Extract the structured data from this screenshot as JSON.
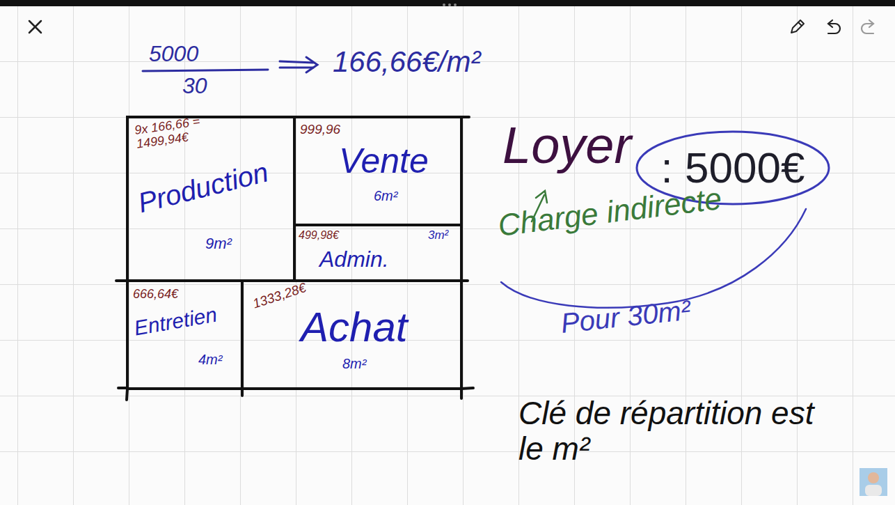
{
  "diagram": {
    "nodes": [
      {
        "text": [
          "9x 166,66 = 1499,94€",
          "Production",
          "9m²"
        ]
      },
      {
        "text": [
          "999,96",
          "Vente",
          "6m²"
        ]
      },
      {
        "text": [
          "499,98€",
          "Admin.",
          "3m²"
        ]
      },
      {
        "text": [
          "666,64€",
          "Entretien",
          "4m²"
        ]
      },
      {
        "text": [
          "1333,28€",
          "Achat",
          "8m²"
        ]
      },
      {
        "text": [
          ": 5000€"
        ]
      }
    ],
    "labels": [
      "5000",
      "30",
      "166,66€/m²",
      "Loyer",
      "Charge indirecte",
      "Pour 30m²",
      "Clé de répartition est le m²"
    ]
  }
}
